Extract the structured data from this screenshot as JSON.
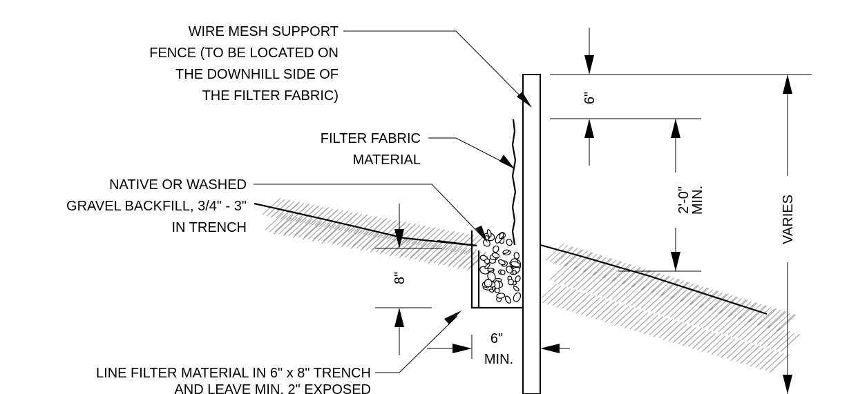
{
  "labels": {
    "wire_mesh": [
      "WIRE MESH SUPPORT",
      "FENCE (TO BE LOCATED ON",
      "THE  DOWNHILL SIDE OF",
      "THE  FILTER FABRIC)"
    ],
    "filter_fabric": [
      "FILTER FABRIC",
      "MATERIAL"
    ],
    "gravel": [
      "NATIVE OR WASHED",
      "GRAVEL BACKFILL, 3/4\" - 3\"",
      "IN TRENCH"
    ],
    "line_filter": [
      "LINE FILTER MATERIAL IN 6\" x 8\" TRENCH",
      "AND LEAVE MIN. 2\" EXPOSED"
    ]
  },
  "dimensions": {
    "top_six": "6\"",
    "fence_height": [
      "2'-0\"",
      "MIN."
    ],
    "varies": "VARIES",
    "trench_depth": "8\"",
    "trench_width": [
      "6\"",
      "MIN."
    ]
  }
}
